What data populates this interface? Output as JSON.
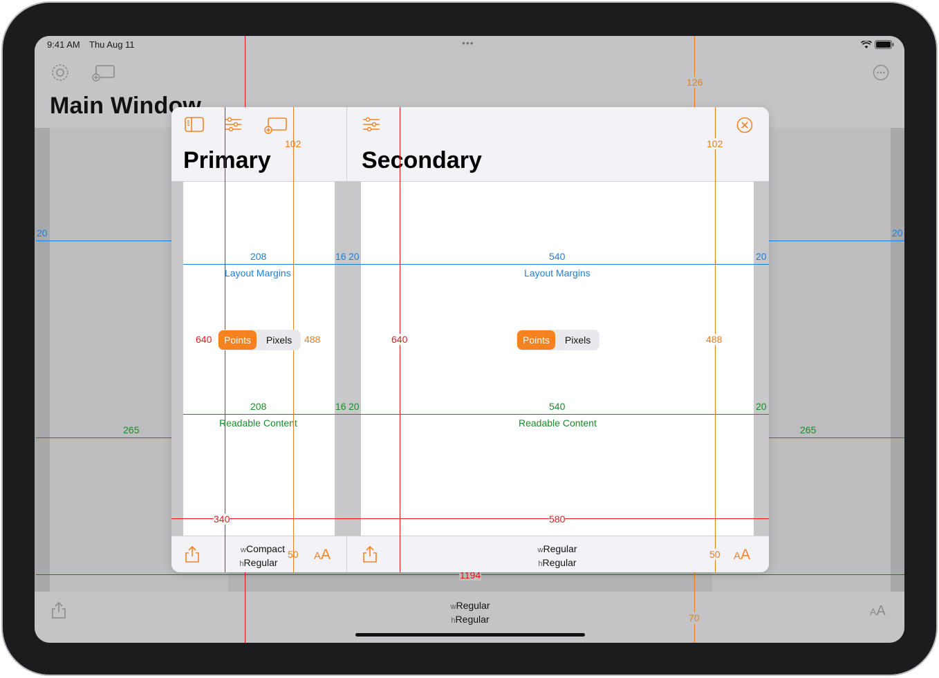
{
  "status_bar": {
    "time": "9:41 AM",
    "date": "Thu Aug 11",
    "dots": "•••"
  },
  "main_window": {
    "title": "Main Window",
    "size_class": {
      "w_prefix": "w",
      "w": "Regular",
      "h_prefix": "h",
      "h": "Regular"
    },
    "dims": {
      "margin_left": "20",
      "margin_right": "20",
      "readable_left": "265",
      "readable_right": "265",
      "width": "1194",
      "top_bar": "126",
      "bottom_bar": "70"
    },
    "aa_label": "AA"
  },
  "primary": {
    "title": "Primary",
    "layout_margins_label": "Layout Margins",
    "readable_content_label": "Readable Content",
    "layout_width": "208",
    "readable_width": "208",
    "height": "640",
    "safe_height": "488",
    "top_bar": "102",
    "bottom_bar": "50",
    "width": "340",
    "gap_a": "16",
    "gap_b": "20",
    "segment": {
      "selected": "Points",
      "other": "Pixels"
    },
    "size_class": {
      "w_prefix": "w",
      "w": "Compact",
      "h_prefix": "h",
      "h": "Regular"
    },
    "aa_label": "AA"
  },
  "secondary": {
    "title": "Secondary",
    "layout_margins_label": "Layout Margins",
    "readable_content_label": "Readable Content",
    "layout_width": "540",
    "readable_width": "540",
    "margin_right": "20",
    "readable_right": "20",
    "height": "640",
    "safe_height": "488",
    "top_bar": "102",
    "bottom_bar": "50",
    "width": "580",
    "segment": {
      "selected": "Points",
      "other": "Pixels"
    },
    "size_class": {
      "w_prefix": "w",
      "w": "Regular",
      "h_prefix": "h",
      "h": "Regular"
    },
    "aa_label": "AA"
  },
  "colors": {
    "accent": "#f58220",
    "blue": "#1a7fe0",
    "green": "#1a8a2a",
    "red": "#e0191f",
    "orange": "#e67e22"
  }
}
